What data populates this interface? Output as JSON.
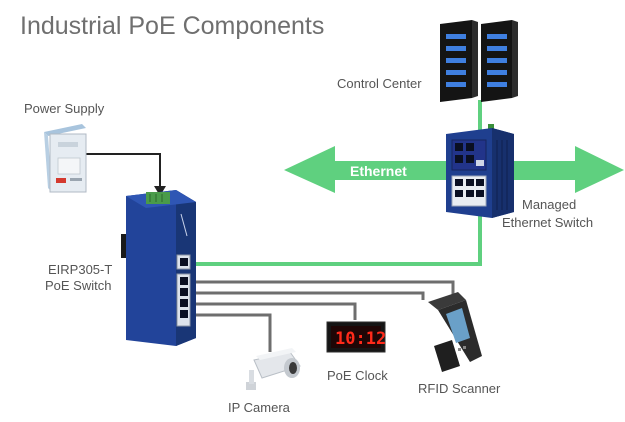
{
  "title": "Industrial PoE Components",
  "labels": {
    "control_center": "Control Center",
    "power_supply": "Power Supply",
    "ethernet": "Ethernet",
    "managed_switch_line1": "Managed",
    "managed_switch_line2": "Ethernet Switch",
    "eirp_line1": "EIRP305-T",
    "eirp_line2": "PoE Switch",
    "poe_clock": "PoE Clock",
    "rfid_scanner": "RFID Scanner",
    "ip_camera": "IP Camera"
  },
  "clock_display": "10:12",
  "colors": {
    "ethernet_green": "#5fd07f",
    "cable_gray": "#6e6e6e",
    "switch_blue": "#1f3f8f",
    "server_black": "#1b1b1b",
    "server_led_blue": "#3f7fe0"
  },
  "icons": {
    "server": "server-rack-icon",
    "power_supply": "din-rail-power-supply-icon",
    "managed_switch": "managed-switch-icon",
    "poe_switch": "poe-switch-icon",
    "clock": "digital-clock-icon",
    "scanner": "rfid-scanner-icon",
    "camera": "ip-camera-icon"
  }
}
